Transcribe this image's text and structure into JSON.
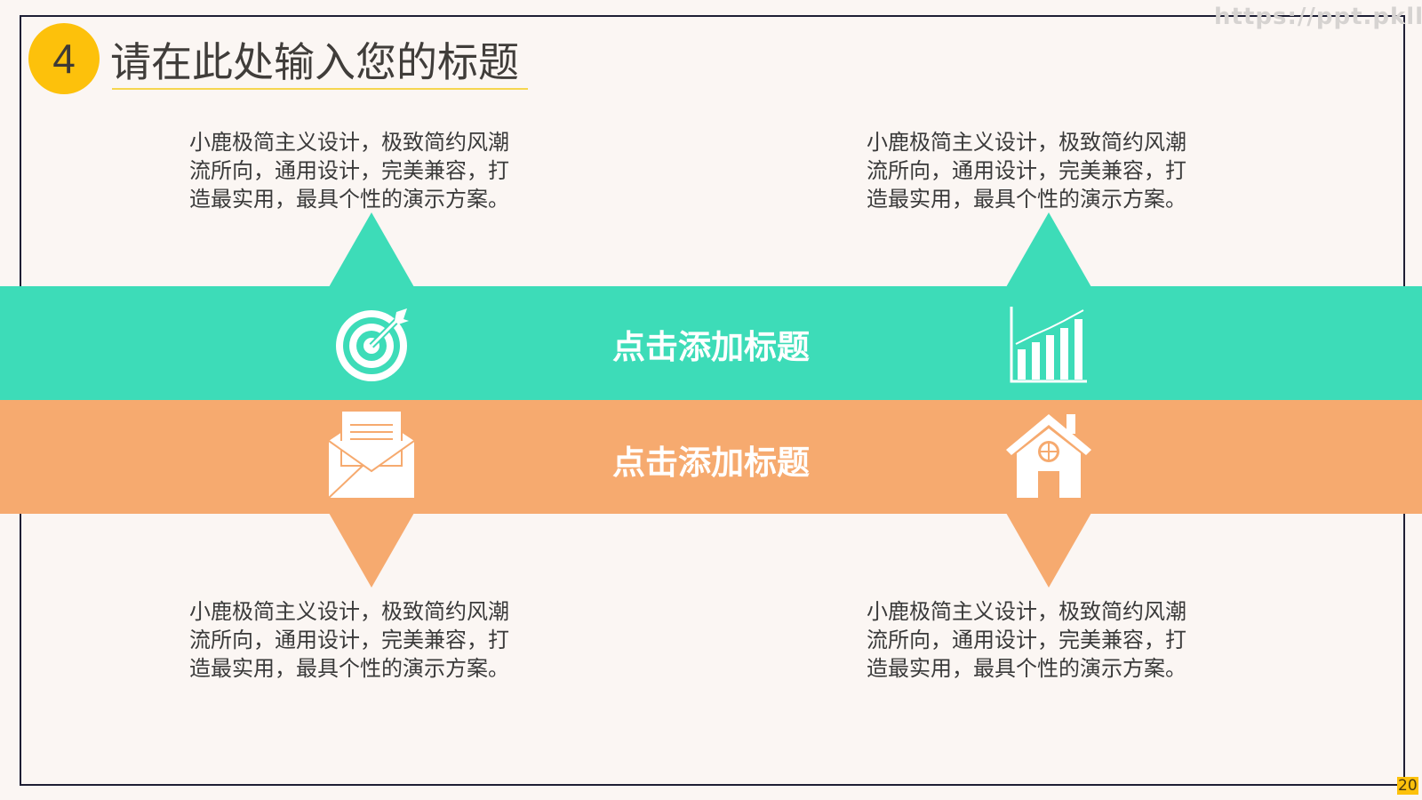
{
  "header": {
    "number": "4",
    "title": "请在此处输入您的标题"
  },
  "watermark": "https://ppt.pkll.de",
  "bands": [
    {
      "title": "点击添加标题",
      "color": "#3ddcb8"
    },
    {
      "title": "点击添加标题",
      "color": "#f6aa6f"
    }
  ],
  "blocks": [
    {
      "lines": [
        "小鹿极简主义设计，极致简约风潮",
        "流所向，通用设计，完美兼容，打",
        "造最实用，最具个性的演示方案。"
      ]
    },
    {
      "lines": [
        "小鹿极简主义设计，极致简约风潮",
        "流所向，通用设计，完美兼容，打",
        "造最实用，最具个性的演示方案。"
      ]
    },
    {
      "lines": [
        "小鹿极简主义设计，极致简约风潮",
        "流所向，通用设计，完美兼容，打",
        "造最实用，最具个性的演示方案。"
      ]
    },
    {
      "lines": [
        "小鹿极简主义设计，极致简约风潮",
        "流所向，通用设计，完美兼容，打",
        "造最实用，最具个性的演示方案。"
      ]
    }
  ],
  "icons": [
    "target-icon",
    "bar-chart-icon",
    "envelope-icon",
    "house-icon"
  ],
  "page_number": "20"
}
